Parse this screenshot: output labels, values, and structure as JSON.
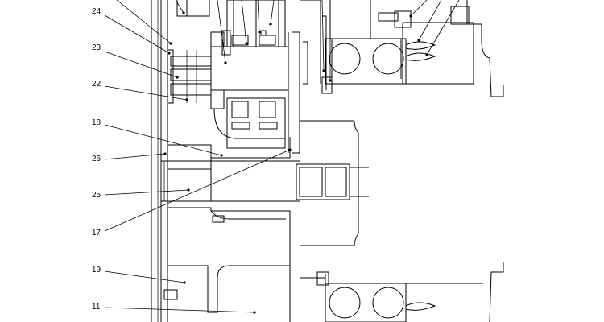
{
  "callouts": [
    {
      "id": "24",
      "label": "24"
    },
    {
      "id": "23",
      "label": "23"
    },
    {
      "id": "22",
      "label": "22"
    },
    {
      "id": "18",
      "label": "18"
    },
    {
      "id": "26",
      "label": "26"
    },
    {
      "id": "25",
      "label": "25"
    },
    {
      "id": "17",
      "label": "17"
    },
    {
      "id": "19",
      "label": "19"
    },
    {
      "id": "11",
      "label": "11"
    }
  ]
}
